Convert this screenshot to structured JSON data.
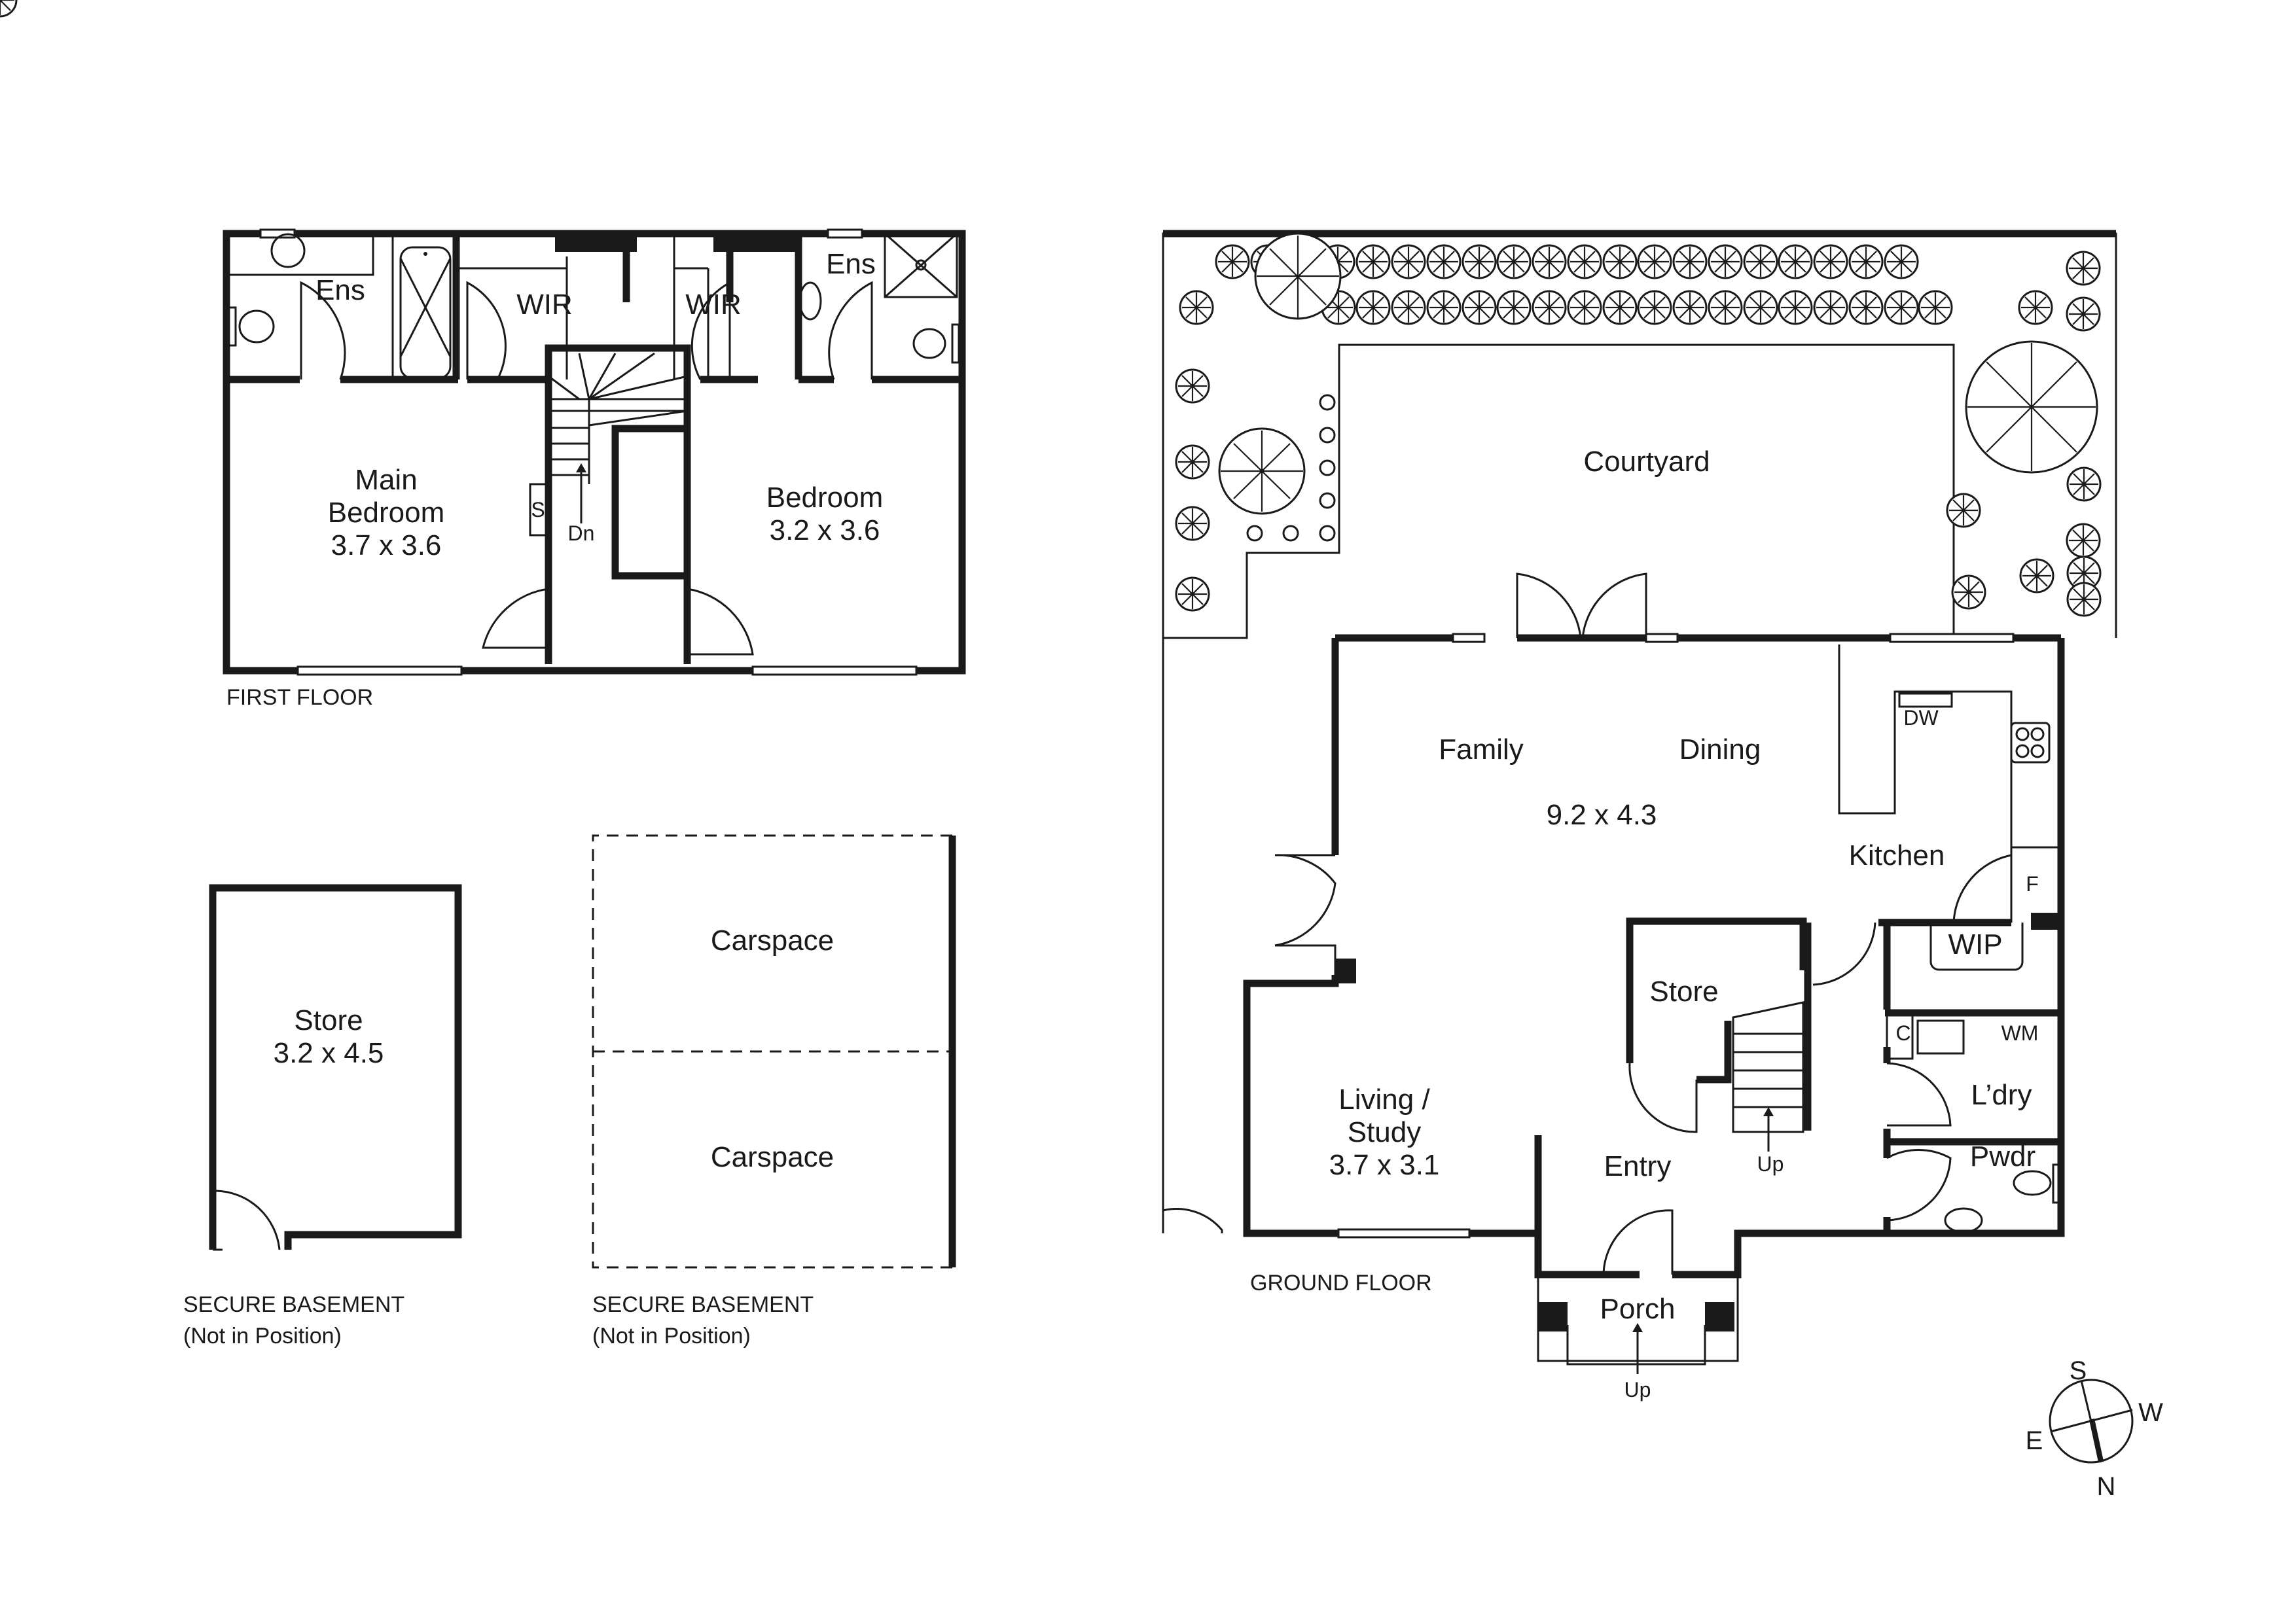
{
  "plans": {
    "first_floor": {
      "caption": "FIRST FLOOR",
      "rooms": [
        {
          "name": "Ens",
          "dims": ""
        },
        {
          "name": "WIR",
          "dims": ""
        },
        {
          "name": "WIR",
          "dims": ""
        },
        {
          "name": "Ens",
          "dims": ""
        },
        {
          "name_line1": "Main",
          "name_line2": "Bedroom",
          "dims": "3.7 x 3.6"
        },
        {
          "name": "Bedroom",
          "dims": "3.2 x 3.6"
        }
      ],
      "stair_label": "Dn",
      "cupboard_label": "S"
    },
    "ground_floor": {
      "caption": "GROUND FLOOR",
      "courtyard": "Courtyard",
      "family": "Family",
      "dining": "Dining",
      "family_dining_dims": "9.2 x 4.3",
      "kitchen": "Kitchen",
      "dw": "DW",
      "fridge": "F",
      "wip": "WIP",
      "store": "Store",
      "stair_label": "Up",
      "cupboard": "C",
      "wm": "WM",
      "laundry": "L’dry",
      "powder": "Pwdr",
      "living_line1": "Living /",
      "living_line2": "Study",
      "living_dims": "3.7 x 3.1",
      "entry": "Entry",
      "porch": "Porch",
      "porch_up": "Up"
    },
    "basement_store": {
      "name": "Store",
      "dims": "3.2 x 4.5",
      "caption_line1": "SECURE BASEMENT",
      "caption_line2": "(Not in Position)"
    },
    "basement_carspace": {
      "spaces": [
        "Carspace",
        "Carspace"
      ],
      "caption_line1": "SECURE BASEMENT",
      "caption_line2": "(Not in Position)"
    }
  },
  "compass": {
    "labels": {
      "north": "N",
      "south": "S",
      "east": "E",
      "west": "W"
    }
  },
  "colors": {
    "ink": "#1a1a1a",
    "background": "#ffffff"
  }
}
